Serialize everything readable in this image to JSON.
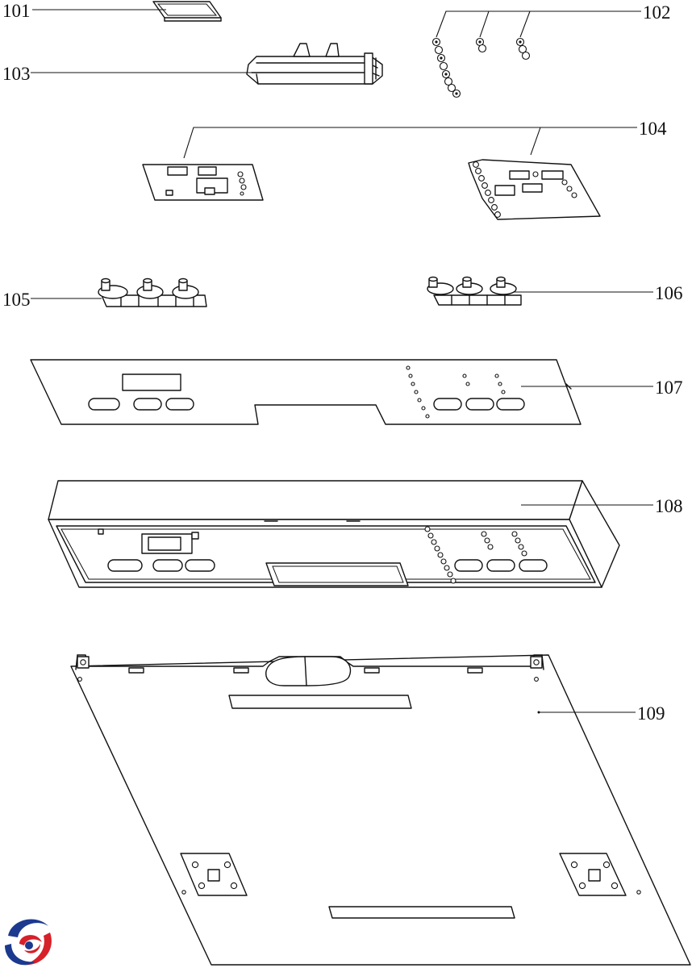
{
  "callouts": {
    "c101": "101",
    "c102": "102",
    "c103": "103",
    "c104": "104",
    "c105": "105",
    "c106": "106",
    "c107": "107",
    "c108": "108",
    "c109": "109"
  },
  "logo": {
    "icon": "brand-swirl-logo-icon",
    "colors": [
      "#1b3a8f",
      "#d6202a"
    ]
  }
}
